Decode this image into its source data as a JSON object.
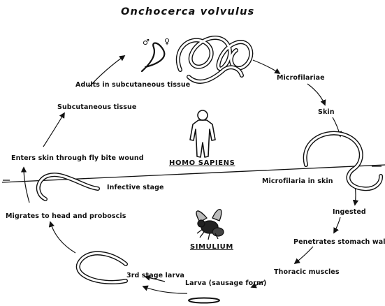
{
  "diagram": {
    "title": "Onchocerca volvulus",
    "symbols": {
      "male": "♂",
      "female": "♀"
    },
    "hosts": {
      "human": "HOMO SAPIENS",
      "fly": "SIMULIUM"
    },
    "stages": {
      "adults": "Adults in subcutaneous tissue",
      "subcutaneous": "Subcutaneous tissue",
      "enters_skin": "Enters skin through fly bite wound",
      "infective": "Infective stage",
      "migrates": "Migrates to head and proboscis",
      "third_stage": "3rd stage larva",
      "larva_sausage": "Larva (sausage form)",
      "thoracic": "Thoracic muscles",
      "penetrates": "Penetrates stomach wall",
      "ingested": "Ingested",
      "microfilaria_skin": "Microfilaria in skin",
      "skin": "Skin",
      "microfilariae": "Microfilariae"
    }
  }
}
